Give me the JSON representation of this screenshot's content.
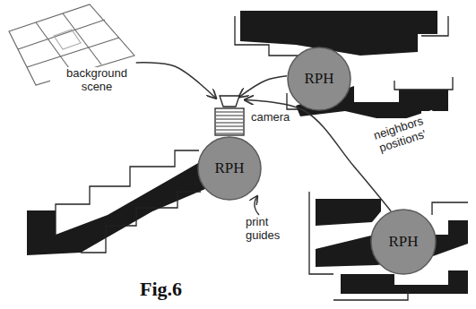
{
  "diagram": {
    "caption": "Fig.6",
    "nodes": [
      {
        "text": [
          "background scene"
        ]
      },
      {
        "text": [
          "RPH"
        ]
      },
      {
        "text": [
          "camera"
        ]
      },
      {
        "text": [
          "RPH"
        ]
      },
      {
        "text": [
          "RPH"
        ]
      }
    ],
    "edges": [
      {
        "from": 0,
        "to": 2,
        "arrow": "to"
      },
      {
        "from": 1,
        "to": 2,
        "arrow": "to"
      },
      {
        "from": 4,
        "to": 2,
        "label": "neighbors positions'",
        "arrow": "to"
      }
    ],
    "labels": [
      "print guides"
    ]
  }
}
